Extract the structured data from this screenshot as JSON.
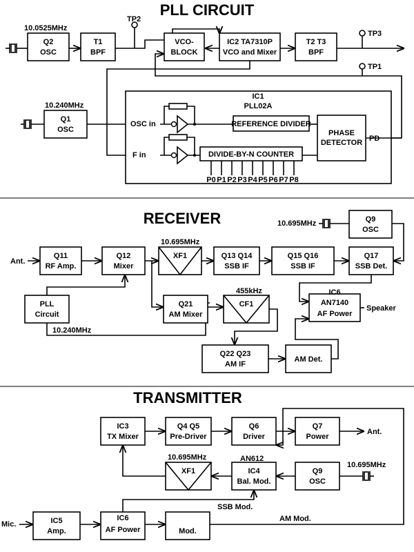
{
  "sections": {
    "pll": "PLL CIRCUIT",
    "receiver": "RECEIVER",
    "transmitter": "TRANSMITTER"
  },
  "pll": {
    "q2_freq": "10.0525MHz",
    "q2": [
      "Q2",
      "OSC"
    ],
    "t1": [
      "T1",
      "BPF"
    ],
    "tp2": "TP2",
    "vco": [
      "VCO-",
      "BLOCK"
    ],
    "ic2": [
      "IC2   TA7310P",
      "VCO and Mixer"
    ],
    "t2t3": [
      "T2  T3",
      "BPF"
    ],
    "tp3": "TP3",
    "tp1": "TP1",
    "q1_freq": "10.240MHz",
    "q1": [
      "Q1",
      "OSC"
    ],
    "ic1": [
      "IC1",
      "PLL02A"
    ],
    "osc_in": "OSC in",
    "f_in": "F in",
    "ref_div": "REFERENCE DIVIDER",
    "divn": "DIVIDE-BY-N COUNTER",
    "phase_det": [
      "PHASE",
      "DETECTOR"
    ],
    "pd": "PD",
    "pins": [
      "P0",
      "P1",
      "P2",
      "P3",
      "P4",
      "P5",
      "P6",
      "P7",
      "P8"
    ]
  },
  "receiver": {
    "q9_freq": "10.695MHz",
    "q9": [
      "Q9",
      "OSC"
    ],
    "ant": "Ant.",
    "q11": [
      "Q11",
      "RF Amp."
    ],
    "q12": [
      "Q12",
      "Mixer"
    ],
    "xf1_freq": "10.695MHz",
    "xf1": "XF1",
    "q13q14": [
      "Q13  Q14",
      "SSB IF"
    ],
    "q15q16": [
      "Q15   Q16",
      "SSB IF"
    ],
    "q17": [
      "Q17",
      "SSB Det."
    ],
    "pll_blk": [
      "PLL",
      "Circuit"
    ],
    "pll_freq": "10.240MHz",
    "q21": [
      "Q21",
      "AM Mixer"
    ],
    "cf1_freq": "455kHz",
    "cf1": "CF1",
    "ic6": [
      "IC6",
      "AN7140",
      "AF Power"
    ],
    "speaker": "Speaker",
    "q22q23": [
      "Q22  Q23",
      "AM IF"
    ],
    "am_det": "AM Det."
  },
  "transmitter": {
    "ic3": [
      "IC3",
      "TX Mixer"
    ],
    "q4q5": [
      "Q4  Q5",
      "Pre-Driver"
    ],
    "q6": [
      "Q6",
      "Driver"
    ],
    "q7": [
      "Q7",
      "Power"
    ],
    "ant": "Ant.",
    "xf1_freq": "10.695MHz",
    "xf1": "XF1",
    "an612": "AN612",
    "ic4": [
      "IC4",
      "Bal. Mod."
    ],
    "q9": [
      "Q9",
      "OSC"
    ],
    "q9_freq": "10.695MHz",
    "ssb_mod": "SSB Mod.",
    "am_mod": "AM Mod.",
    "mic": "Mic.",
    "ic5": [
      "IC5",
      "Amp."
    ],
    "ic6": [
      "IC6",
      "AF Power"
    ],
    "mod": "Mod."
  }
}
